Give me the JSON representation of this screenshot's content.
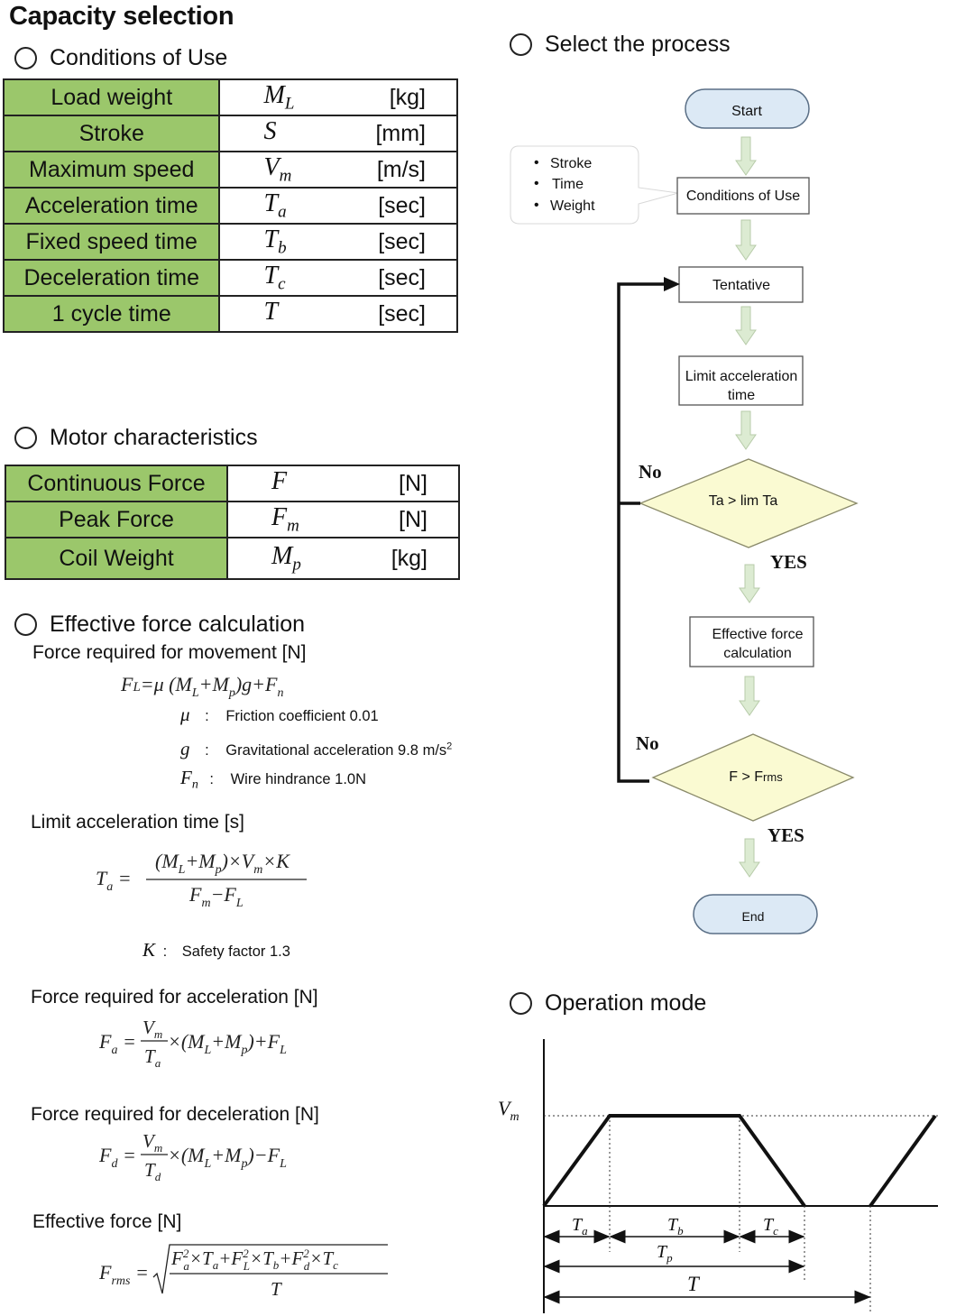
{
  "title": "Capacity selection",
  "sections": {
    "conditions": "Conditions of Use",
    "motor": "Motor characteristics",
    "effective": "Effective force calculation",
    "process": "Select the process",
    "operation": "Operation mode"
  },
  "conditions_table": [
    {
      "label": "Load weight",
      "sym": "M",
      "sub": "L",
      "unit": "[kg]"
    },
    {
      "label": "Stroke",
      "sym": "S",
      "sub": "",
      "unit": "[mm]"
    },
    {
      "label": "Maximum speed",
      "sym": "V",
      "sub": "m",
      "unit": "[m/s]"
    },
    {
      "label": "Acceleration time",
      "sym": "T",
      "sub": "a",
      "unit": "[sec]"
    },
    {
      "label": "Fixed speed time",
      "sym": "T",
      "sub": "b",
      "unit": "[sec]"
    },
    {
      "label": "Deceleration time",
      "sym": "T",
      "sub": "c",
      "unit": "[sec]"
    },
    {
      "label": "1 cycle time",
      "sym": "T",
      "sub": "",
      "unit": "[sec]"
    }
  ],
  "motor_table": [
    {
      "label": "Continuous Force",
      "sym": "F",
      "sub": "",
      "unit": "[N]"
    },
    {
      "label": "Peak Force",
      "sym": "F",
      "sub": "m",
      "unit": "[N]"
    },
    {
      "label": "Coil Weight",
      "sym": "M",
      "sub": "p",
      "unit": "[kg]"
    }
  ],
  "calc": {
    "movement_heading": "Force required for movement [N]",
    "friction_sym": "μ",
    "friction_note": "Friction coefficient 0.01",
    "gravity_sym": "g",
    "gravity_note": "Gravitational acceleration 9.8 m/s",
    "gravity_sup": "2",
    "wire_sym": "F",
    "wire_sub": "n",
    "wire_note": "Wire hindrance 1.0N",
    "limit_heading": "Limit acceleration time [s]",
    "safety_sym": "K",
    "safety_note": "Safety factor 1.3",
    "accel_heading": "Force required for acceleration [N]",
    "decel_heading": "Force required for deceleration [N]",
    "effective_heading": "Effective force [N]"
  },
  "flow": {
    "start": "Start",
    "inputs": [
      "Stroke",
      "Time",
      "Weight"
    ],
    "conditions": "Conditions of Use",
    "tentative": "Tentative",
    "limit_line1": "Limit acceleration",
    "limit_line2": "time",
    "decision1": "Ta > lim Ta",
    "effective_line1": "Effective force",
    "effective_line2": "calculation",
    "decision2_main": "F > F",
    "decision2_sub": "rms",
    "no1": "No",
    "yes1": "YES",
    "no2": "No",
    "yes2": "YES",
    "end": "End"
  },
  "operation": {
    "vm": "V",
    "vm_sub": "m",
    "ta": "T",
    "ta_sub": "a",
    "tb": "T",
    "tb_sub": "b",
    "tc": "T",
    "tc_sub": "c",
    "tp": "T",
    "tp_sub": "p",
    "t": "T"
  },
  "colors": {
    "table_label": "#9bc76b",
    "terminator": "#dce9f5",
    "terminator_border": "#5a6f86",
    "decision": "#fafad2",
    "arrow": "#dcebd2",
    "arrow_border": "#b7cba9"
  }
}
